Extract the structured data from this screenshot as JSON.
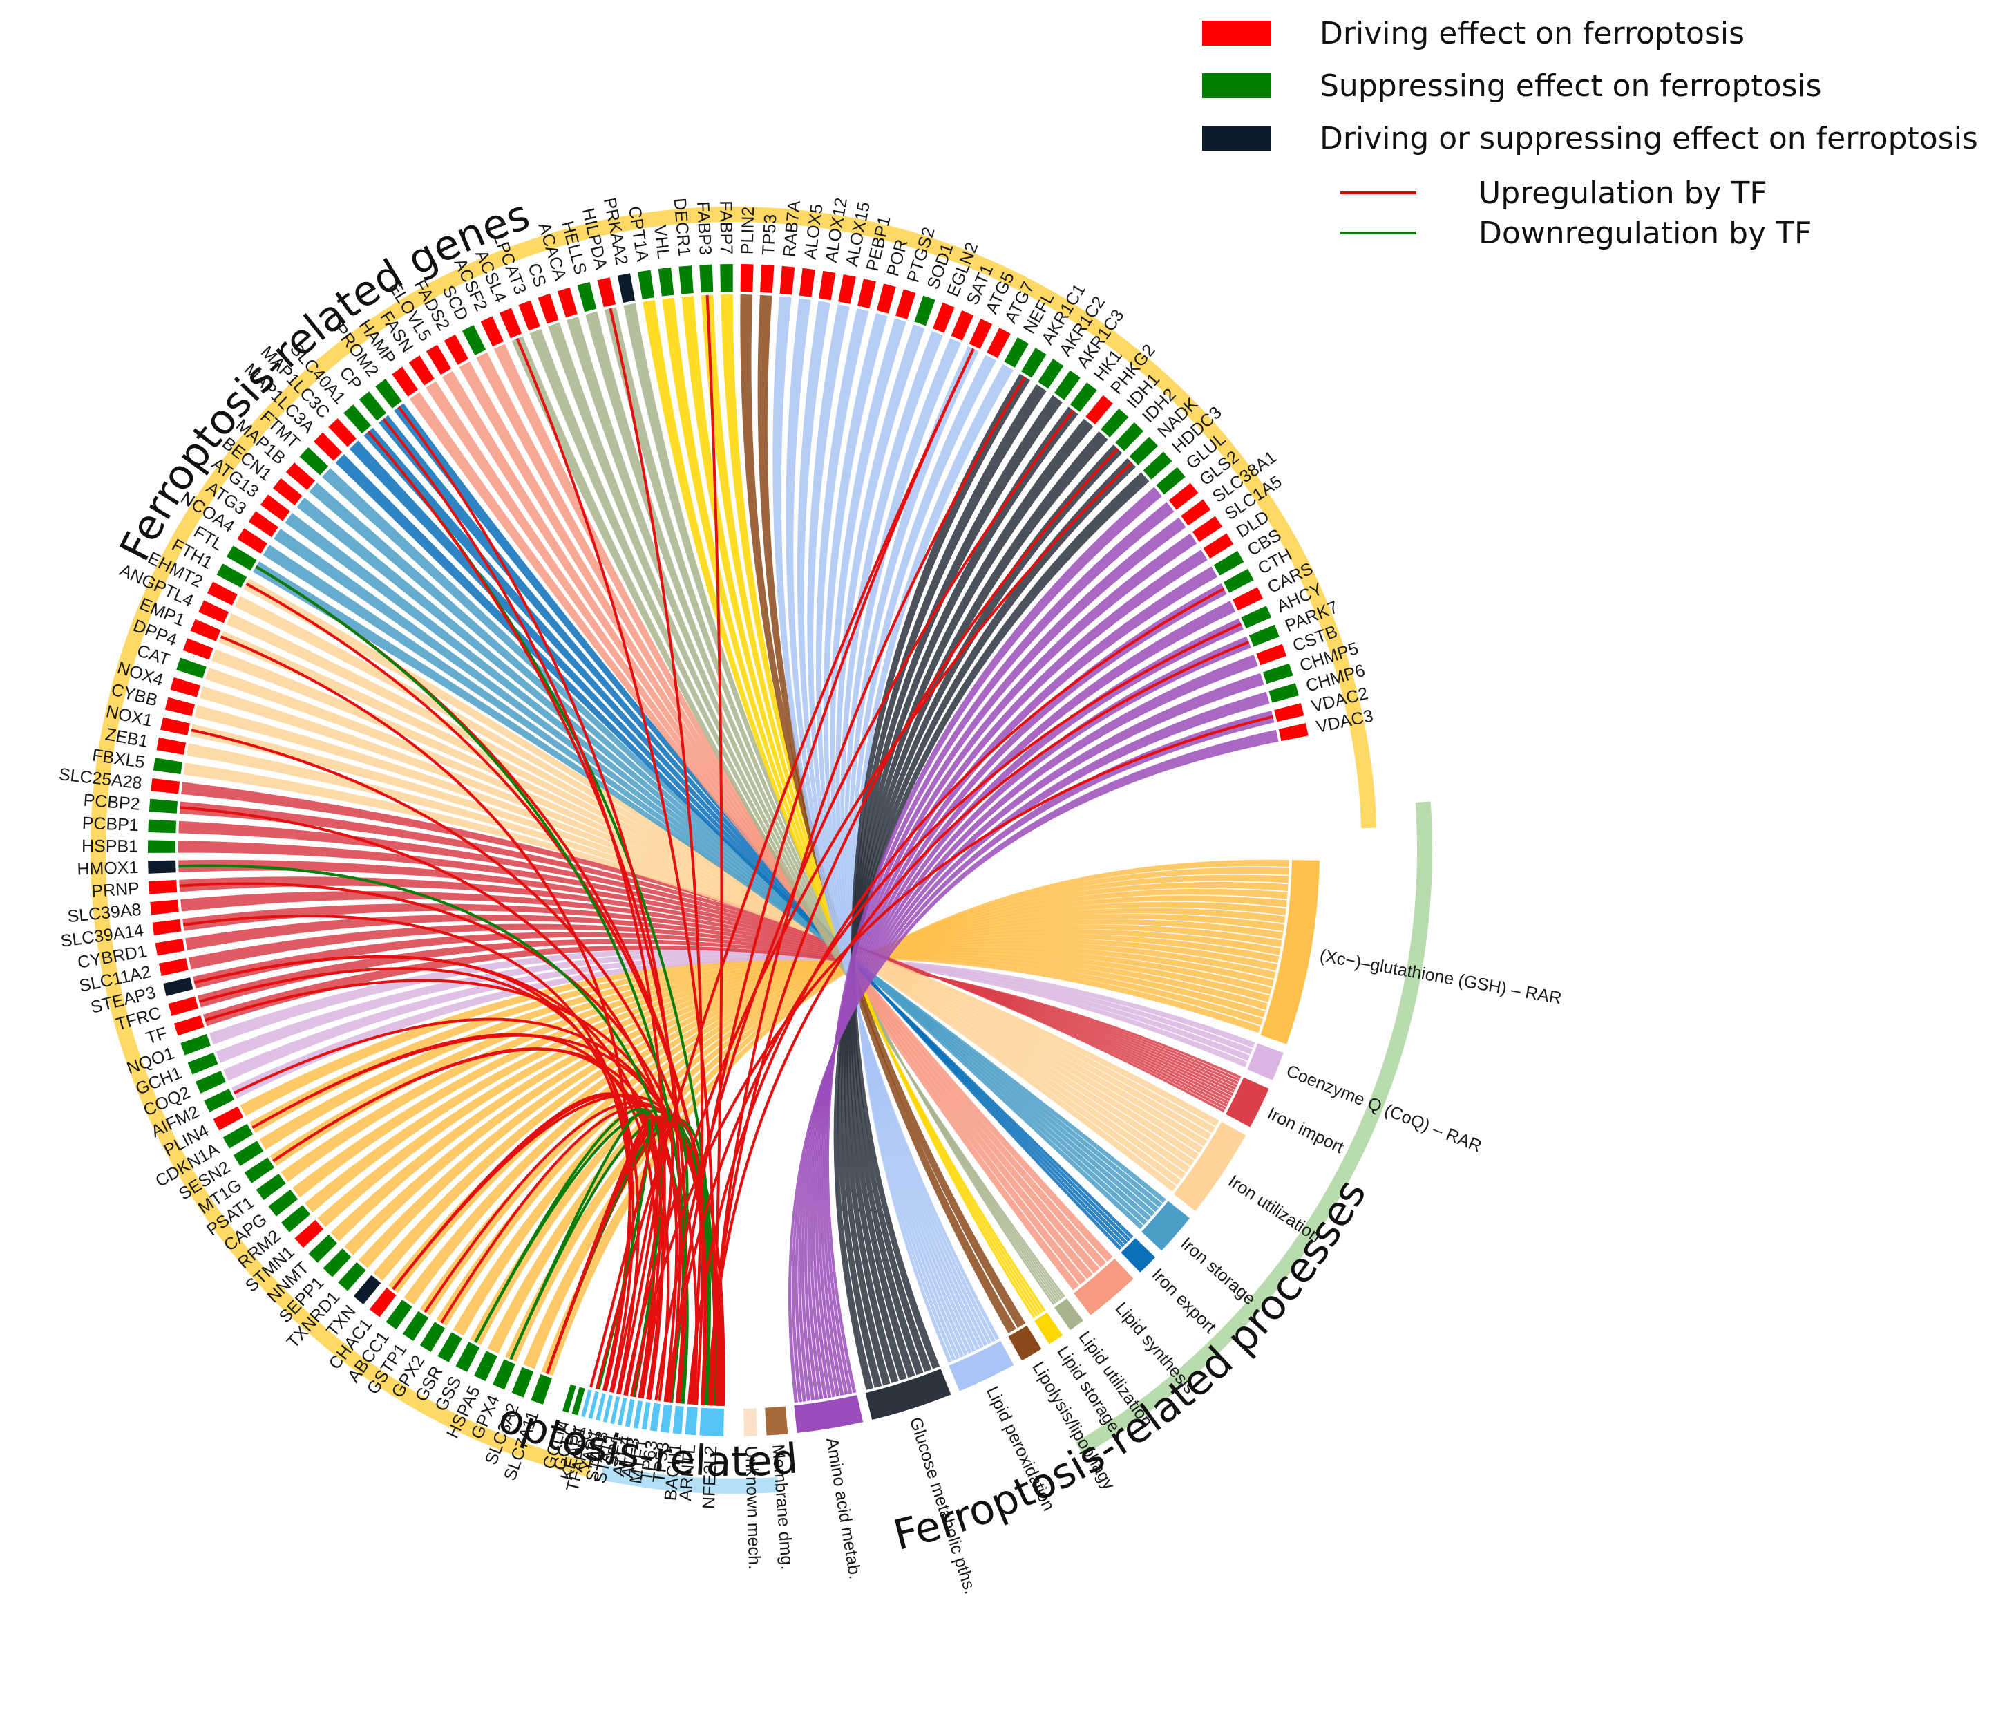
{
  "legend": {
    "boxes": [
      {
        "label": "Driving effect on ferroptosis",
        "color": "#ff0000"
      },
      {
        "label": "Suppressing effect on ferroptosis",
        "color": "#008000"
      },
      {
        "label": "Driving or suppressing effect on ferroptosis",
        "color": "#0d1b2a"
      }
    ],
    "lines": [
      {
        "label": "Upregulation by TF",
        "color": "#e00000"
      },
      {
        "label": "Downregulation by TF",
        "color": "#007a00"
      }
    ]
  },
  "group_titles": {
    "genes": "Ferroptosis-related genes",
    "tfs": "Ferroptosis-related TFs",
    "processes": "Ferroptosis-related processes"
  },
  "group_colors": {
    "genes": "#ffd966",
    "tfs": "#b3e0f7",
    "processes": "#b9dcae"
  },
  "tf_color": "#55c5f5",
  "genes_clockwise": [
    {
      "name": "SLC7A11",
      "effect": "S"
    },
    {
      "name": "SLC3A2",
      "effect": "S"
    },
    {
      "name": "GPX4",
      "effect": "S"
    },
    {
      "name": "HSPA5",
      "effect": "S"
    },
    {
      "name": "GSS",
      "effect": "S"
    },
    {
      "name": "GSR",
      "effect": "S"
    },
    {
      "name": "GPX2",
      "effect": "S"
    },
    {
      "name": "GSTP1",
      "effect": "S"
    },
    {
      "name": "ABCC1",
      "effect": "S"
    },
    {
      "name": "CHAC1",
      "effect": "D"
    },
    {
      "name": "TXN",
      "effect": "B"
    },
    {
      "name": "TXNRD1",
      "effect": "S"
    },
    {
      "name": "SEPP1",
      "effect": "S"
    },
    {
      "name": "NNMT",
      "effect": "S"
    },
    {
      "name": "STMN1",
      "effect": "D"
    },
    {
      "name": "RRM2",
      "effect": "S"
    },
    {
      "name": "CAPG",
      "effect": "S"
    },
    {
      "name": "PSAT1",
      "effect": "S"
    },
    {
      "name": "MT1G",
      "effect": "S"
    },
    {
      "name": "SESN2",
      "effect": "S"
    },
    {
      "name": "CDKN1A",
      "effect": "S"
    },
    {
      "name": "PLIN4",
      "effect": "D"
    },
    {
      "name": "AIFM2",
      "effect": "S"
    },
    {
      "name": "COQ2",
      "effect": "S"
    },
    {
      "name": "GCH1",
      "effect": "S"
    },
    {
      "name": "NQO1",
      "effect": "S"
    },
    {
      "name": "TF",
      "effect": "D"
    },
    {
      "name": "TFRC",
      "effect": "D"
    },
    {
      "name": "STEAP3",
      "effect": "B"
    },
    {
      "name": "SLC11A2",
      "effect": "D"
    },
    {
      "name": "CYBRD1",
      "effect": "D"
    },
    {
      "name": "SLC39A14",
      "effect": "D"
    },
    {
      "name": "SLC39A8",
      "effect": "D"
    },
    {
      "name": "PRNP",
      "effect": "D"
    },
    {
      "name": "HMOX1",
      "effect": "B"
    },
    {
      "name": "HSPB1",
      "effect": "S"
    },
    {
      "name": "PCBP1",
      "effect": "S"
    },
    {
      "name": "PCBP2",
      "effect": "S"
    },
    {
      "name": "SLC25A28",
      "effect": "D"
    },
    {
      "name": "FBXL5",
      "effect": "S"
    },
    {
      "name": "ZEB1",
      "effect": "D"
    },
    {
      "name": "NOX1",
      "effect": "D"
    },
    {
      "name": "CYBB",
      "effect": "D"
    },
    {
      "name": "NOX4",
      "effect": "D"
    },
    {
      "name": "CAT",
      "effect": "S"
    },
    {
      "name": "DPP4",
      "effect": "D"
    },
    {
      "name": "EMP1",
      "effect": "D"
    },
    {
      "name": "ANGPTL4",
      "effect": "D"
    },
    {
      "name": "EHMT2",
      "effect": "D"
    },
    {
      "name": "FTH1",
      "effect": "S"
    },
    {
      "name": "FTL",
      "effect": "S"
    },
    {
      "name": "NCOA4",
      "effect": "D"
    },
    {
      "name": "ATG3",
      "effect": "D"
    },
    {
      "name": "ATG13",
      "effect": "D"
    },
    {
      "name": "BECN1",
      "effect": "D"
    },
    {
      "name": "MAP1B",
      "effect": "D"
    },
    {
      "name": "FTMT",
      "effect": "S"
    },
    {
      "name": "MAP1LC3A",
      "effect": "D"
    },
    {
      "name": "MAP1LC3C",
      "effect": "D"
    },
    {
      "name": "SLC40A1",
      "effect": "S"
    },
    {
      "name": "CP",
      "effect": "S"
    },
    {
      "name": "PROM2",
      "effect": "S"
    },
    {
      "name": "HAMP",
      "effect": "D"
    },
    {
      "name": "FASN",
      "effect": "D"
    },
    {
      "name": "ELOVL5",
      "effect": "D"
    },
    {
      "name": "FADS2",
      "effect": "D"
    },
    {
      "name": "SCD",
      "effect": "S"
    },
    {
      "name": "ACSF2",
      "effect": "D"
    },
    {
      "name": "ACSL4",
      "effect": "D"
    },
    {
      "name": "LPCAT3",
      "effect": "D"
    },
    {
      "name": "CS",
      "effect": "D"
    },
    {
      "name": "ACACA",
      "effect": "D"
    },
    {
      "name": "HELLS",
      "effect": "S"
    },
    {
      "name": "HILPDA",
      "effect": "D"
    },
    {
      "name": "PRKAA2",
      "effect": "B"
    },
    {
      "name": "CPT1A",
      "effect": "S"
    },
    {
      "name": "VHL",
      "effect": "S"
    },
    {
      "name": "DECR1",
      "effect": "S"
    },
    {
      "name": "FABP3",
      "effect": "S"
    },
    {
      "name": "FABP7",
      "effect": "S"
    },
    {
      "name": "PLIN2",
      "effect": "D"
    },
    {
      "name": "TP53",
      "effect": "D"
    },
    {
      "name": "RAB7A",
      "effect": "D"
    },
    {
      "name": "ALOX5",
      "effect": "D"
    },
    {
      "name": "ALOX12",
      "effect": "D"
    },
    {
      "name": "ALOX15",
      "effect": "D"
    },
    {
      "name": "PEBP1",
      "effect": "D"
    },
    {
      "name": "POR",
      "effect": "D"
    },
    {
      "name": "PTGS2",
      "effect": "D"
    },
    {
      "name": "SOD1",
      "effect": "S"
    },
    {
      "name": "EGLN2",
      "effect": "D"
    },
    {
      "name": "SAT1",
      "effect": "D"
    },
    {
      "name": "ATG5",
      "effect": "D"
    },
    {
      "name": "ATG7",
      "effect": "D"
    },
    {
      "name": "NEFL",
      "effect": "S"
    },
    {
      "name": "AKR1C1",
      "effect": "S"
    },
    {
      "name": "AKR1C2",
      "effect": "S"
    },
    {
      "name": "AKR1C3",
      "effect": "S"
    },
    {
      "name": "HK1",
      "effect": "S"
    },
    {
      "name": "PHKG2",
      "effect": "D"
    },
    {
      "name": "IDH1",
      "effect": "S"
    },
    {
      "name": "IDH2",
      "effect": "S"
    },
    {
      "name": "NADK",
      "effect": "S"
    },
    {
      "name": "HDDC3",
      "effect": "S"
    },
    {
      "name": "GLUL",
      "effect": "S"
    },
    {
      "name": "GLS2",
      "effect": "D"
    },
    {
      "name": "SLC38A1",
      "effect": "D"
    },
    {
      "name": "SLC1A5",
      "effect": "D"
    },
    {
      "name": "DLD",
      "effect": "D"
    },
    {
      "name": "CBS",
      "effect": "S"
    },
    {
      "name": "CTH",
      "effect": "S"
    },
    {
      "name": "CARS",
      "effect": "D"
    },
    {
      "name": "AHCY",
      "effect": "S"
    },
    {
      "name": "PARK7",
      "effect": "S"
    },
    {
      "name": "CSTB",
      "effect": "D"
    },
    {
      "name": "CHMP5",
      "effect": "S"
    },
    {
      "name": "CHMP6",
      "effect": "S"
    },
    {
      "name": "VDAC2",
      "effect": "D"
    },
    {
      "name": "VDAC3",
      "effect": "D"
    }
  ],
  "tfs_clockwise": [
    "NFE2L2",
    "ARNTL",
    "BACH1",
    "TP53",
    "TP63",
    "MTF1",
    "ATF3",
    "ATF4",
    "SP1",
    "STAT1",
    "STAT3",
    "YAP1",
    "TFAP2C",
    "KEAP1",
    "GCLC",
    "GCLM"
  ],
  "processes": [
    {
      "label": "(Xc−)–glutathione (GSH) – RAR",
      "color": "#ffc04d"
    },
    {
      "label": "Coenzyme Q (CoQ) – RAR",
      "color": "#dbb6e2"
    },
    {
      "label": "Iron import",
      "color": "#d9404a"
    },
    {
      "label": "Iron utilization",
      "color": "#ffd39a"
    },
    {
      "label": "Iron storage",
      "color": "#4a9ec7"
    },
    {
      "label": "Iron export",
      "color": "#0a70b8"
    },
    {
      "label": "Lipid synthesis",
      "color": "#f79a82"
    },
    {
      "label": "Lipid utilization",
      "color": "#a8b48d"
    },
    {
      "label": "Lipid storage",
      "color": "#ffd700"
    },
    {
      "label": "Lipolysis/lipophagy",
      "color": "#8b4a1c"
    },
    {
      "label": "Lipid peroxidation",
      "color": "#a9c4f5"
    },
    {
      "label": "Glucose metabolic pths.",
      "color": "#2d3440"
    },
    {
      "label": "Amino acid metab.",
      "color": "#9b4dbb"
    },
    {
      "label": "Membrane dmg.",
      "color": "#a86a3c"
    },
    {
      "label": "Unknown mech.",
      "color": "#fde0c8"
    }
  ]
}
